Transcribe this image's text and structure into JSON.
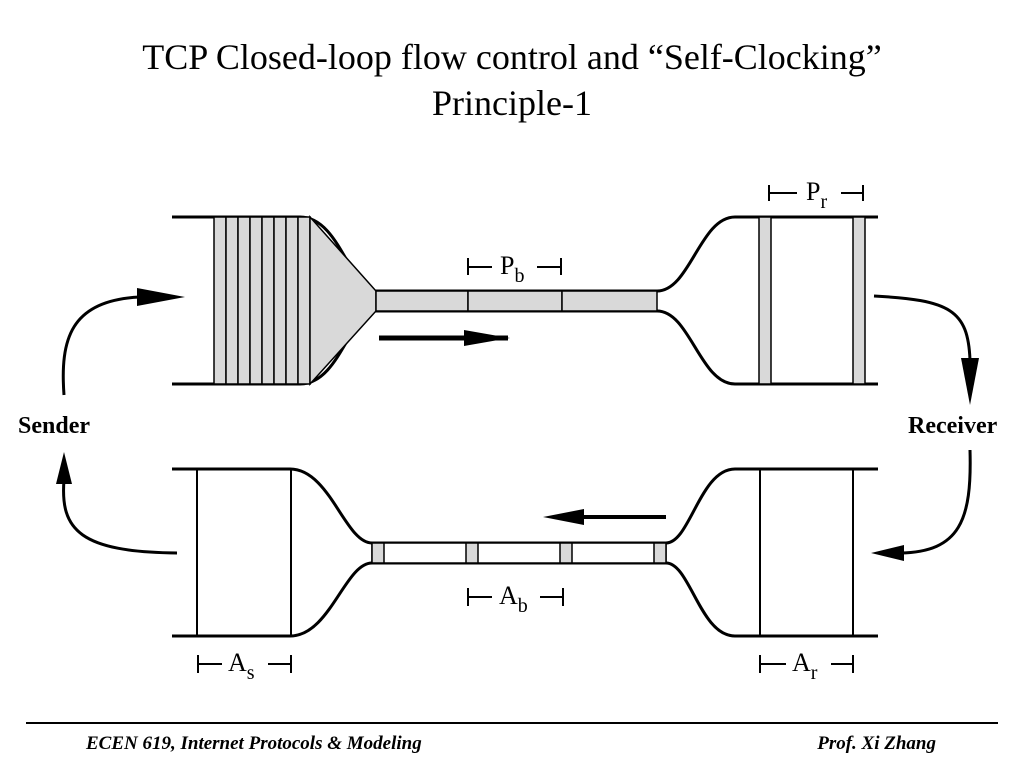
{
  "slide": {
    "title_line1": "TCP Closed-loop flow control and “Self-Clocking”",
    "title_line2": "Principle-1"
  },
  "diagram": {
    "sender_label": "Sender",
    "receiver_label": "Receiver",
    "pr": {
      "base": "P",
      "sub": "r"
    },
    "pb": {
      "base": "P",
      "sub": "b"
    },
    "ab": {
      "base": "A",
      "sub": "b"
    },
    "as": {
      "base": "A",
      "sub": "s"
    },
    "ar": {
      "base": "A",
      "sub": "r"
    },
    "colors": {
      "packet_fill": "#d9d9d9",
      "stroke": "#000000"
    }
  },
  "footer": {
    "course": "ECEN 619, Internet Protocols & Modeling",
    "instructor": "Prof. Xi Zhang"
  }
}
